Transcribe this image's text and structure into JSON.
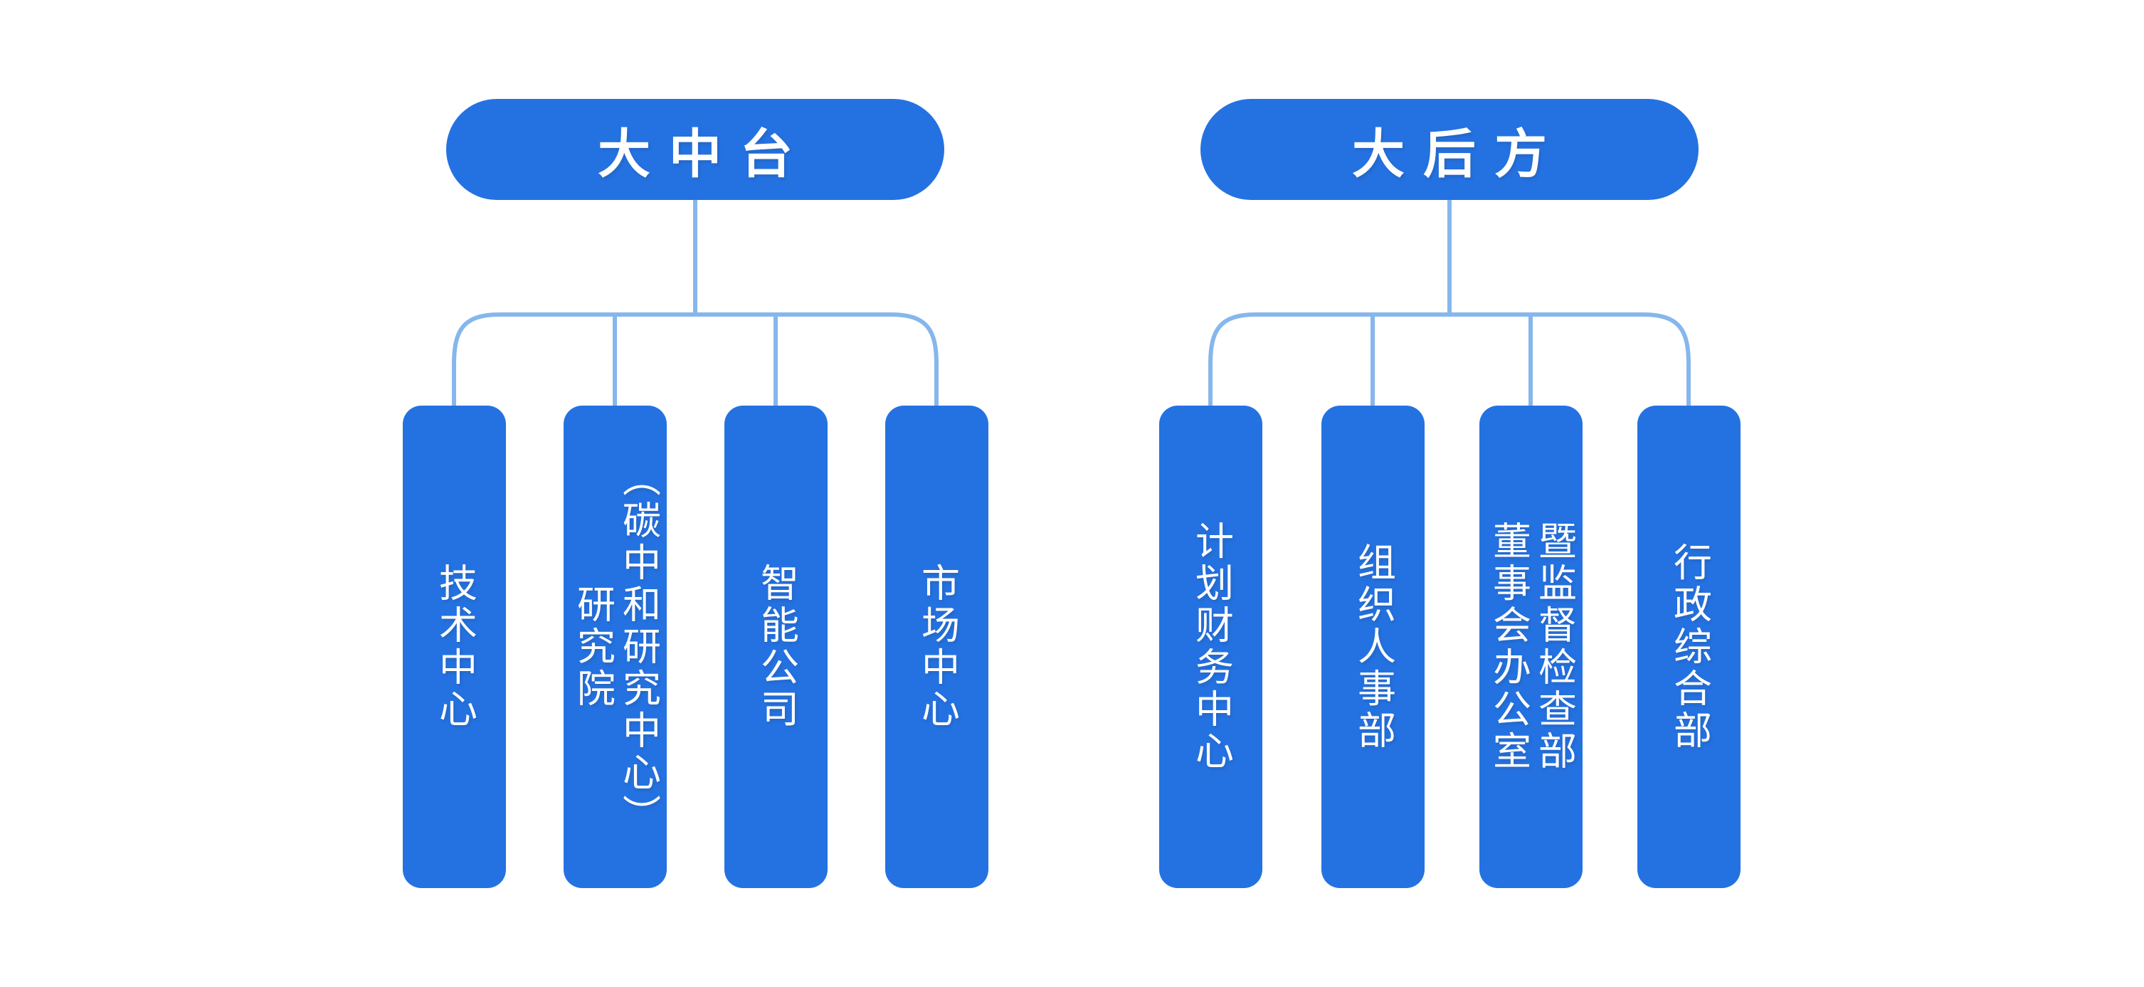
{
  "palette": {
    "node_blue": "#2472e2",
    "connector_blue": "#86b7ec",
    "label_white": "#ffffff",
    "background": "#ffffff"
  },
  "org_chart": {
    "type": "organization-tree",
    "groups": [
      {
        "title": "大中台",
        "children": [
          {
            "label": "技术中心"
          },
          {
            "label": "研究院\n（碳中和研究中心）"
          },
          {
            "label": "智能公司"
          },
          {
            "label": "市场中心"
          }
        ]
      },
      {
        "title": "大后方",
        "children": [
          {
            "label": "计划财务中心"
          },
          {
            "label": "组织人事部"
          },
          {
            "label": "董事会办公室\n暨监督检查部"
          },
          {
            "label": "行政综合部"
          }
        ]
      }
    ]
  }
}
